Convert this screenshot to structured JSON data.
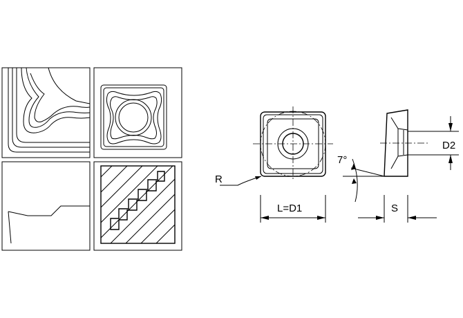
{
  "labels": {
    "radius": "R",
    "length": "L=D1",
    "angle": "7°",
    "thickness": "S",
    "bore": "D2"
  }
}
